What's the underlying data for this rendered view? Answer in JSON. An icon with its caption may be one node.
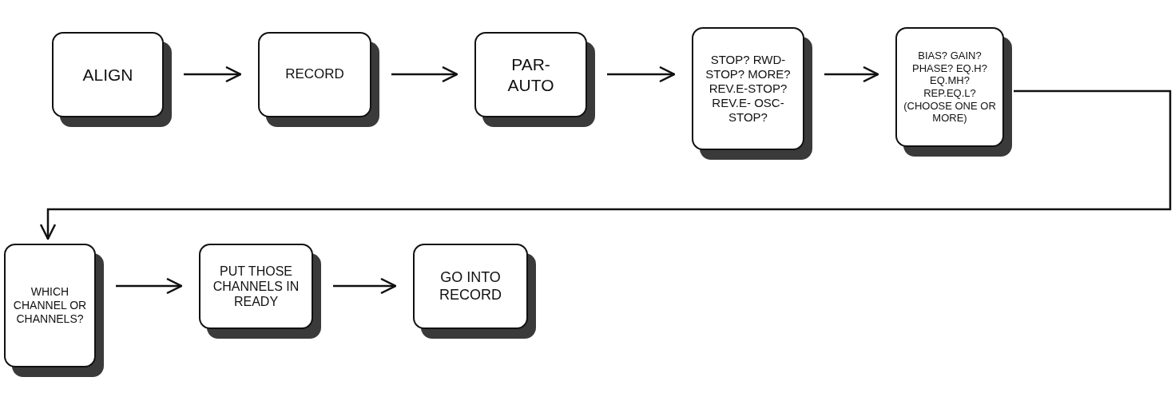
{
  "diagram": {
    "nodes": [
      {
        "text": [
          "ALIGN"
        ]
      },
      {
        "text": [
          "RECORD"
        ]
      },
      {
        "text": [
          "PAR- AUTO"
        ]
      },
      {
        "text": [
          "STOP? RWD-STOP? MORE? REV.E-STOP? REV.E- OSC- STOP?"
        ]
      },
      {
        "text": [
          "BIAS? GAIN? PHASE? EQ.H? EQ.MH? REP.EQ.L? (CHOOSE ONE OR MORE)"
        ]
      },
      {
        "text": [
          "WHICH CHANNEL OR CHANNELS?"
        ]
      },
      {
        "text": [
          "PUT THOSE CHANNELS IN READY"
        ]
      },
      {
        "text": [
          "GO INTO RECORD"
        ]
      }
    ],
    "edges": [
      {
        "from": 0,
        "to": 1,
        "arrow": "to"
      },
      {
        "from": 1,
        "to": 2,
        "arrow": "to"
      },
      {
        "from": 2,
        "to": 3,
        "arrow": "to"
      },
      {
        "from": 3,
        "to": 4,
        "arrow": "to"
      },
      {
        "from": 4,
        "to": 5,
        "arrow": "to"
      },
      {
        "from": 5,
        "to": 6,
        "arrow": "to"
      },
      {
        "from": 6,
        "to": 7,
        "arrow": "to"
      }
    ]
  }
}
